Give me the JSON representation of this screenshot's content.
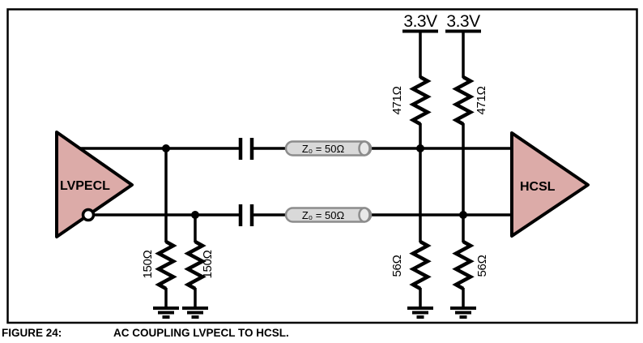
{
  "figure": {
    "caption_label": "FIGURE 24:",
    "caption_title": "AC COUPLING LVPECL TO HCSL."
  },
  "circuit": {
    "driver_label": "LVPECL",
    "receiver_label": "HCSL",
    "supply_labels": [
      "3.3V",
      "3.3V"
    ],
    "pullup_resistors": [
      "471Ω",
      "471Ω"
    ],
    "output_resistors": [
      "150Ω",
      "150Ω"
    ],
    "termination_resistors": [
      "56Ω",
      "56Ω"
    ],
    "transmission_lines": [
      "Z₀ = 50Ω",
      "Z₀ = 50Ω"
    ],
    "colors": {
      "buffer_fill": "#dcaba8",
      "tline_fill": "#d9d9d9",
      "tline_stroke": "#8c8c8c",
      "wire": "#000000"
    }
  }
}
